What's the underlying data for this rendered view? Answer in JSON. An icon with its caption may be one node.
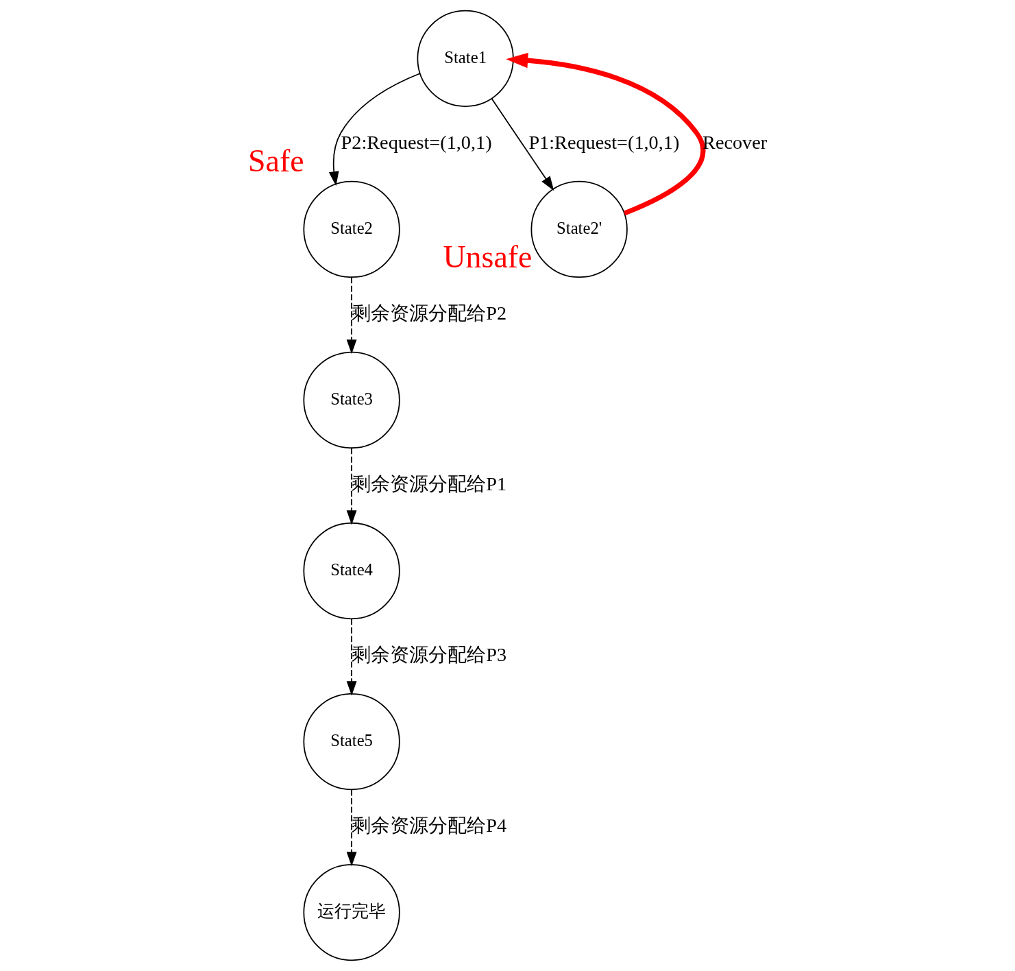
{
  "diagram": {
    "nodes": [
      {
        "text": [
          "State1"
        ]
      },
      {
        "text": [
          "State2"
        ],
        "beside": [
          "Safe"
        ]
      },
      {
        "text": [
          "State2'"
        ],
        "beside": [
          "Unsafe"
        ]
      },
      {
        "text": [
          "State3"
        ]
      },
      {
        "text": [
          "State4"
        ]
      },
      {
        "text": [
          "State5"
        ]
      },
      {
        "text": [
          "运行完毕"
        ]
      }
    ],
    "edges": [
      {
        "from": 0,
        "to": 1,
        "arrow": "to",
        "label": "P2:Request=(1,0,1)"
      },
      {
        "from": 0,
        "to": 2,
        "arrow": "to",
        "label": "P1:Request=(1,0,1)"
      },
      {
        "from": 2,
        "to": 0,
        "arrow": "to",
        "label": "Recover",
        "style": "thick",
        "color": "#ff0000"
      },
      {
        "from": 1,
        "to": 3,
        "arrow": "to",
        "label": "剩余资源分配给P2",
        "style": "dashed"
      },
      {
        "from": 3,
        "to": 4,
        "arrow": "to",
        "label": "剩余资源分配给P1",
        "style": "dashed"
      },
      {
        "from": 4,
        "to": 5,
        "arrow": "to",
        "label": "剩余资源分配给P3",
        "style": "dashed"
      },
      {
        "from": 5,
        "to": 6,
        "arrow": "to",
        "label": "剩余资源分配给P4",
        "style": "dashed"
      }
    ]
  }
}
